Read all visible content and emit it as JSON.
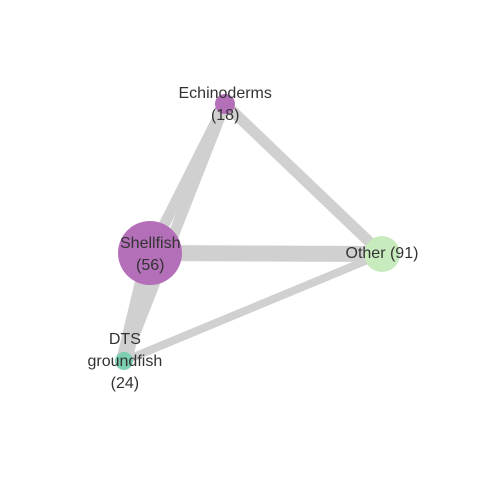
{
  "edge_color": "#d0d0d0",
  "nodes": [
    {
      "id": "echinoderms",
      "label_lines": [
        "Echinoderms",
        "(18)"
      ],
      "count": 18,
      "color": "#b36fb7"
    },
    {
      "id": "shellfish",
      "label_lines": [
        "Shellfish",
        "(56)"
      ],
      "count": 56,
      "color": "#b36fb7"
    },
    {
      "id": "other",
      "label_lines": [
        "Other (91)"
      ],
      "count": 91,
      "color": "#c8ebbe"
    },
    {
      "id": "dts-groundfish",
      "label_lines": [
        "DTS",
        "groundfish",
        "(24)"
      ],
      "count": 24,
      "color": "#7dcfb2"
    }
  ],
  "edges": [
    {
      "source": "shellfish",
      "target": "other",
      "weight": "heavy"
    },
    {
      "source": "echinoderms",
      "target": "other",
      "weight": "medium"
    },
    {
      "source": "echinoderms",
      "target": "shellfish",
      "weight": "medium"
    },
    {
      "source": "echinoderms",
      "target": "dts-groundfish",
      "weight": "medium"
    },
    {
      "source": "shellfish",
      "target": "dts-groundfish",
      "weight": "heavy"
    },
    {
      "source": "dts-groundfish",
      "target": "other",
      "weight": "light"
    }
  ]
}
